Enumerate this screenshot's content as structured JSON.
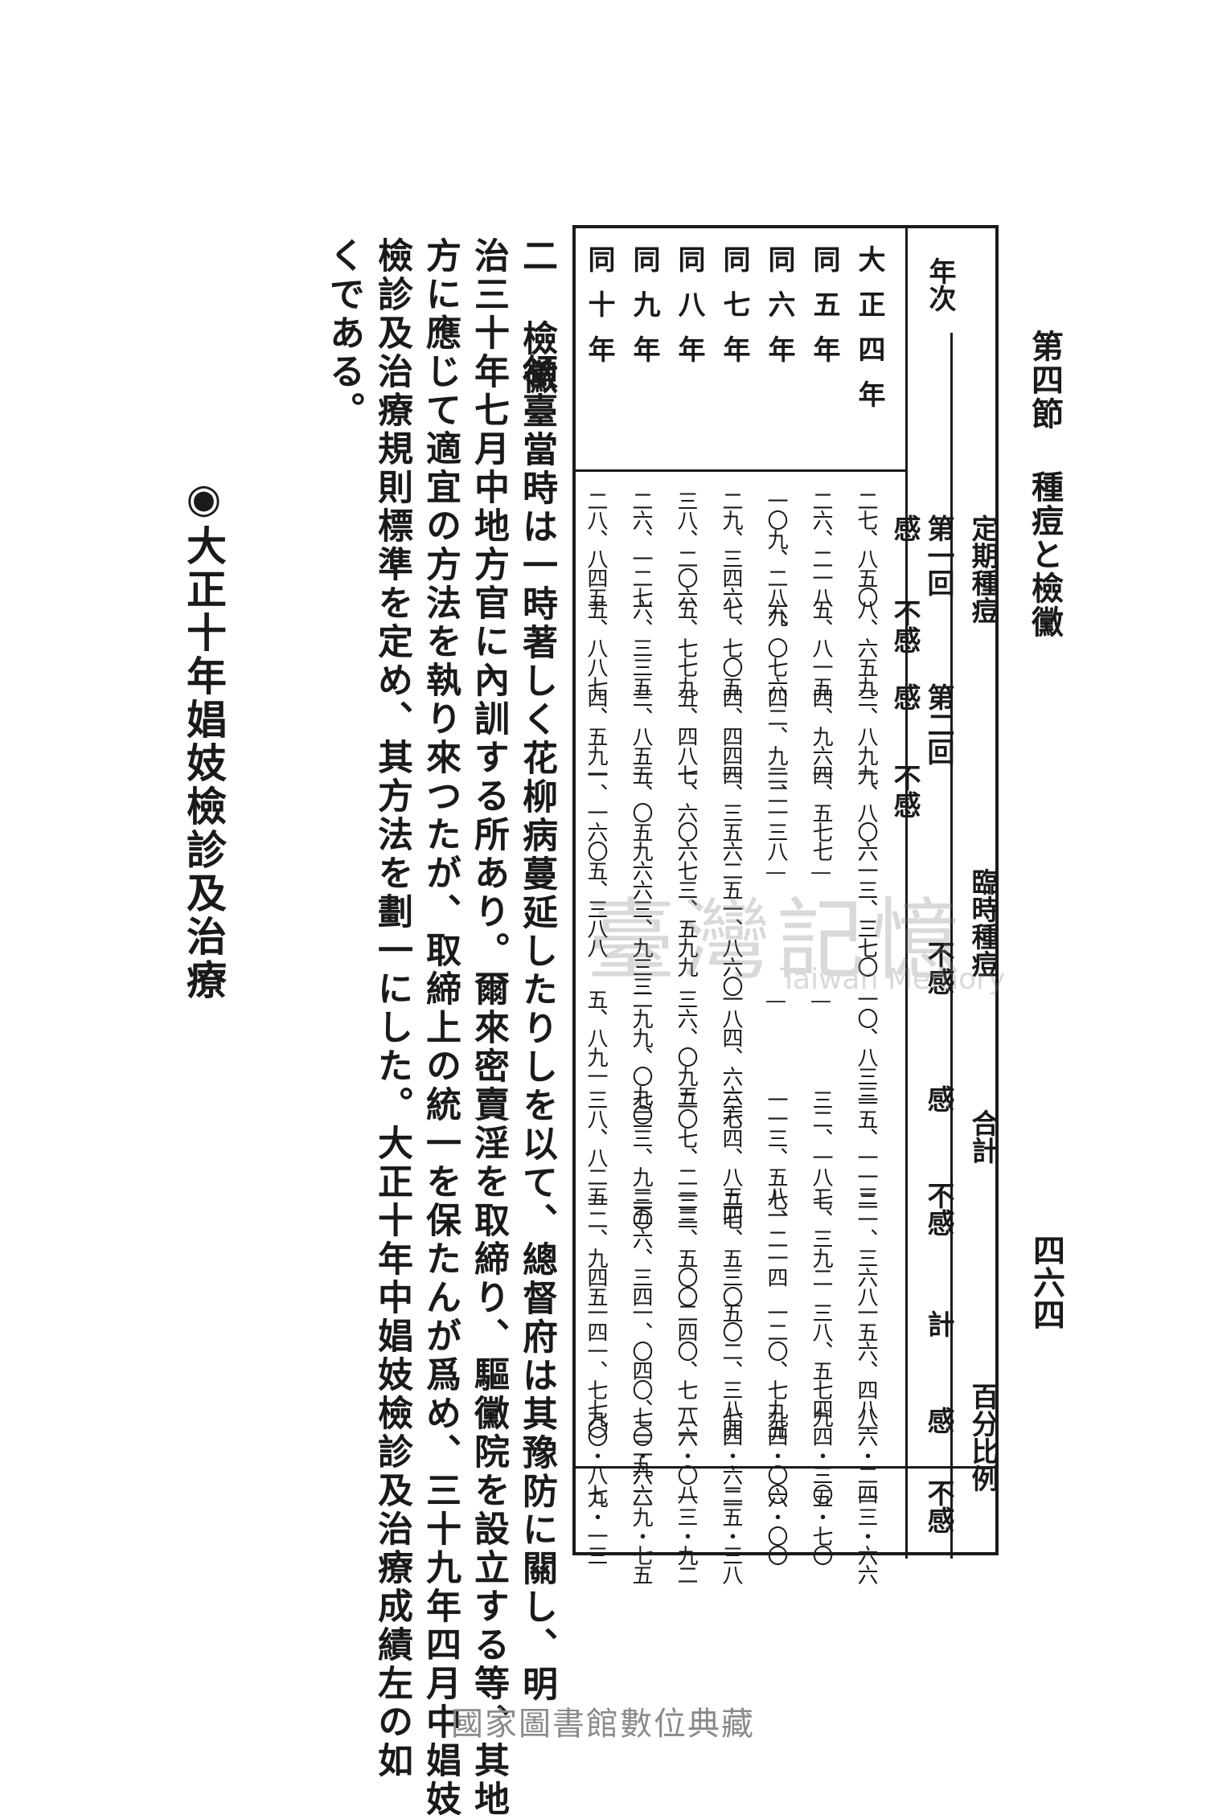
{
  "header": {
    "section_title": "第四節 種痘と檢黴",
    "page_number": "四六四"
  },
  "table": {
    "col_header_year": "年次",
    "group_regular": "定期種痘",
    "sub_first": "第一回",
    "sub_second": "第二回",
    "group_temporary": "臨時種痘",
    "group_total": "合計",
    "group_percent": "百分比例",
    "label_sen": "感",
    "label_fukan": "不感",
    "label_kei": "計",
    "years": [
      "大正四年",
      "同五年",
      "同六年",
      "同七年",
      "同八年",
      "同九年",
      "同十年"
    ],
    "rows": [
      {
        "r1k": "二七、八五〇",
        "r1f": "八、六五九",
        "r2k": "三、八九九",
        "r2f": "一、八〇六",
        "tk": "一三、三七〇",
        "tf": "一〇、八三三",
        "ck": "一五、一一三",
        "cf": "二一、三六八",
        "ct": "一五六、四八一",
        "pk": "八六・二四",
        "pf": "一三・六六"
      },
      {
        "r1k": "二六、二一八",
        "r1f": "五、八一五",
        "r2k": "四、九六四",
        "r2f": "一、五七七",
        "tk": "—",
        "tf": "—",
        "ck": "三二、一八二",
        "cf": "七、三九二",
        "ct": "三八、五七四",
        "pk": "九四・三〇",
        "pf": "五・七〇"
      },
      {
        "r1k": "一〇九、二八九",
        "r1f": "六、〇七六",
        "r2k": "四二、九二二",
        "r2f": "一、一三八",
        "tk": "—",
        "tf": "—",
        "ck": "一一三、五八一",
        "cf": "七、二一四",
        "ct": "一二〇、七九五",
        "pk": "九四・〇〇",
        "pf": "六・〇〇"
      },
      {
        "r1k": "二九、三四六",
        "r1f": "七、七〇五",
        "r2k": "四、四四四",
        "r2f": "一、三五六",
        "tk": "二五一、八六〇",
        "tf": "一八四、六六六",
        "ck": "三七四、八五四",
        "cf": "二七、五三〇",
        "ct": "五〇二、三八四",
        "pk": "七四・六二",
        "pf": "二五・三八"
      },
      {
        "r1k": "三八、二〇六",
        "r1f": "五、七七九",
        "r2k": "五、四八七",
        "r2f": "一、六〇六",
        "tk": "七三、五九九",
        "tf": "三六、〇九五",
        "ck": "二〇七、二一二",
        "cf": "三三、五〇〇",
        "ct": "二四〇、七一二",
        "pk": "八六・〇八",
        "pf": "一三・九二"
      },
      {
        "r1k": "二六、一二七",
        "r1f": "六、三三五",
        "r2k": "三、八五五",
        "r2f": "一、〇五九",
        "tk": "六六三、九三三",
        "tf": "二九九、〇九〇",
        "ck": "七三三、九二五",
        "cf": "三〇六、三四",
        "ct": "一、〇四〇、二二九",
        "pk": "七〇・六六",
        "pf": "二九・七五"
      },
      {
        "r1k": "二八、八四五",
        "r1f": "五、八八七",
        "r2k": "四、五九一",
        "r2f": "一、一六〇",
        "tk": "五、三八八",
        "tf": "五、八九一",
        "ck": "三八、八二五",
        "cf": "一二、九四五",
        "ct": "一四一、七七〇",
        "pk": "九〇・八七",
        "pf": "九・一三"
      }
    ]
  },
  "body": {
    "section_heading": "二 檢黴",
    "paragraph_lines": [
      "領臺當時は一時著しく花柳病蔓延したりしを以て、總督府は其豫防に關し、明",
      "治三十年七月中地方官に內訓する所あり。爾來密賣淫を取締り、驅黴院を設立する等、其地",
      "方に應じて適宜の方法を執り來つたが、取締上の統一を保たんが爲め、三十九年四月中娼妓",
      "檢診及治療規則標準を定め、其方法を劃一にした。大正十年中娼妓檢診及治療成績左の如",
      "くである。"
    ],
    "next_table_title": "◉大正十年娼妓檢診及治療"
  },
  "watermark": {
    "cjk": "臺灣記憶",
    "en": "Taiwan Memory"
  },
  "footer": {
    "credit": "國家圖書館數位典藏"
  }
}
